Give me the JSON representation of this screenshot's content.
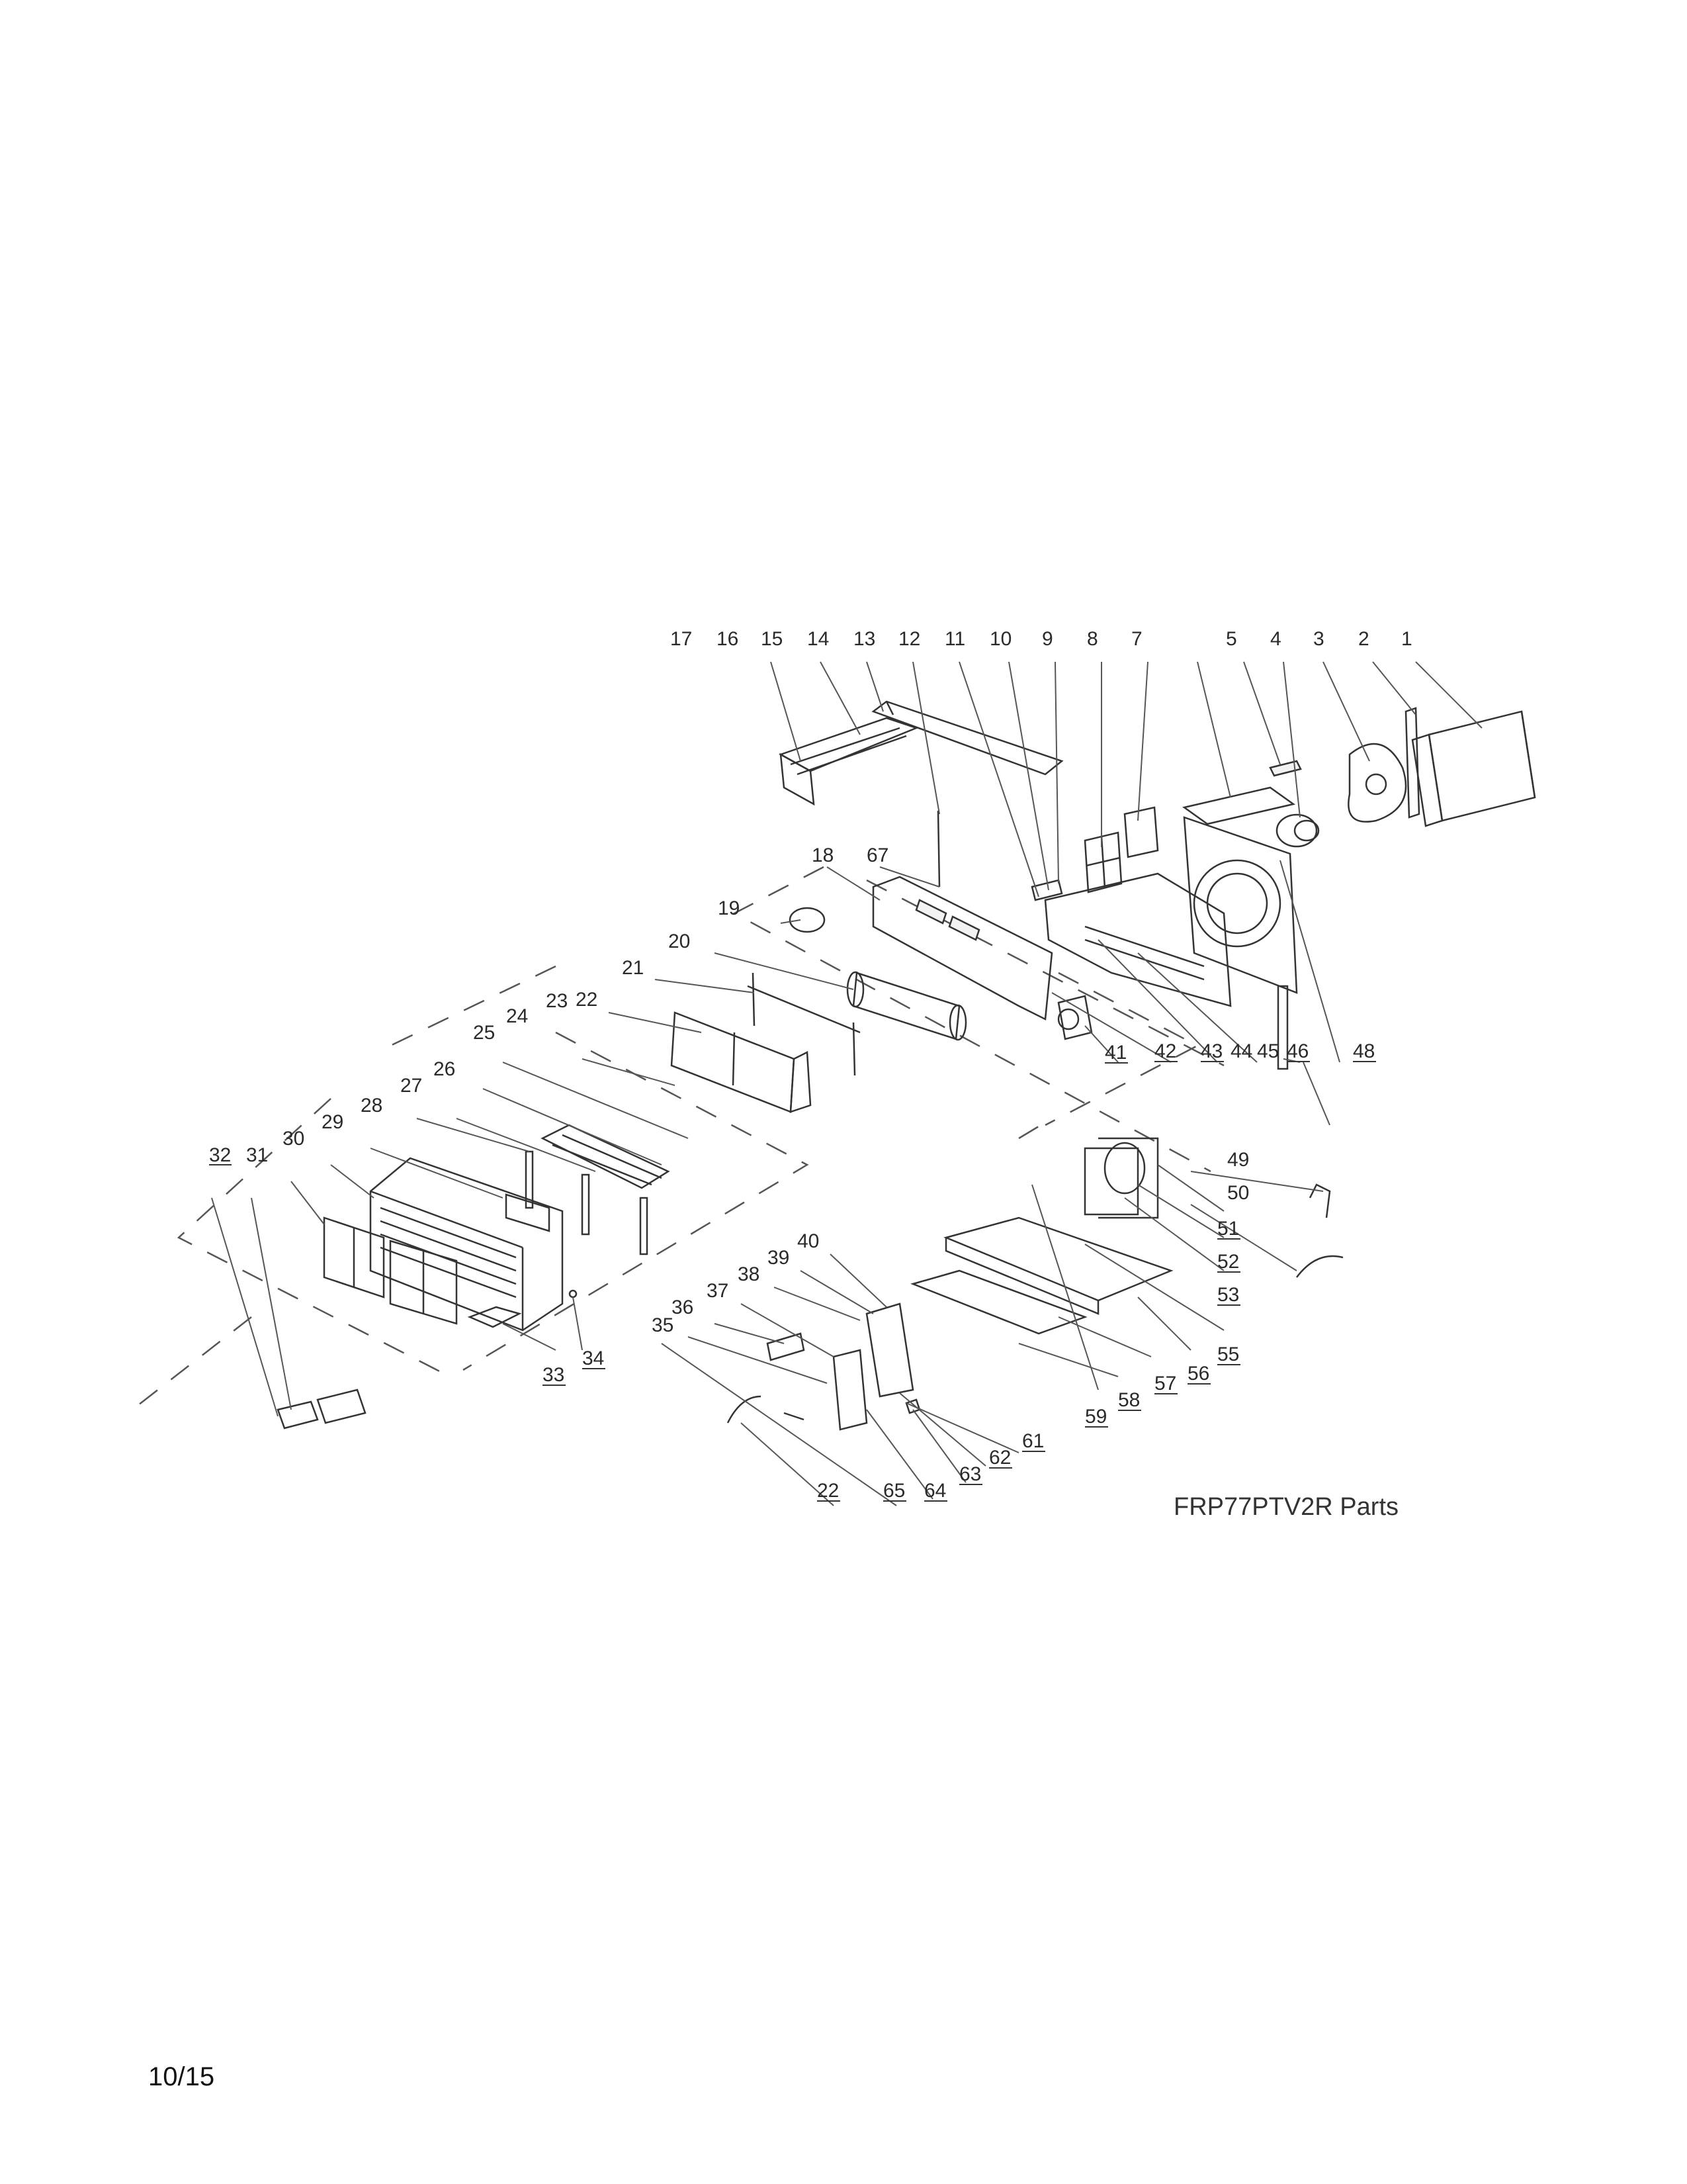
{
  "title": "FRP77PTV2R Parts",
  "page_number": "10/15",
  "callouts": [
    "1",
    "2",
    "3",
    "4",
    "5",
    "7",
    "8",
    "9",
    "10",
    "11",
    "12",
    "13",
    "14",
    "15",
    "16",
    "17",
    "18",
    "19",
    "20",
    "21",
    "22",
    "23",
    "24",
    "25",
    "26",
    "27",
    "28",
    "29",
    "30",
    "31",
    "32",
    "33",
    "34",
    "35",
    "36",
    "37",
    "38",
    "39",
    "40",
    "41",
    "42",
    "43",
    "44",
    "45",
    "46",
    "48",
    "49",
    "50",
    "51",
    "52",
    "53",
    "55",
    "56",
    "57",
    "58",
    "59",
    "61",
    "62",
    "63",
    "64",
    "65",
    "67",
    "22"
  ]
}
